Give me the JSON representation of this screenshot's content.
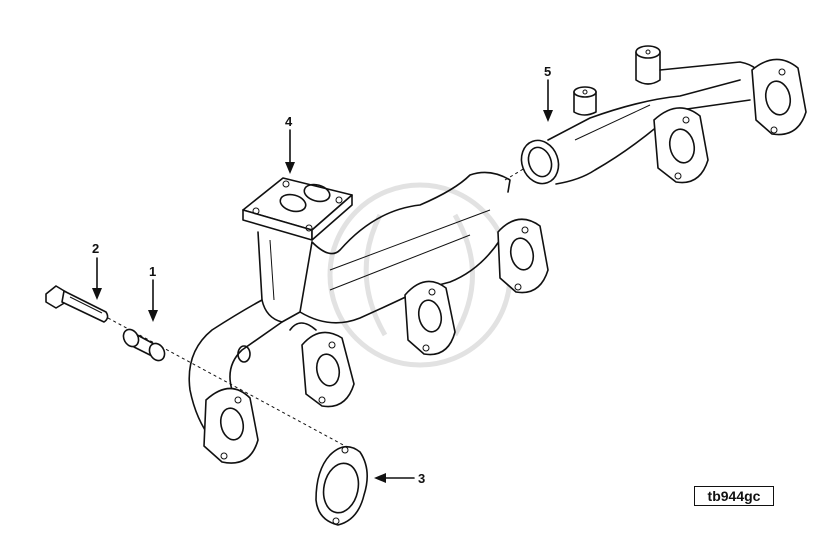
{
  "diagram": {
    "reference_code": "tb944gc",
    "callouts": [
      {
        "id": "callout-1",
        "label": "1"
      },
      {
        "id": "callout-2",
        "label": "2"
      },
      {
        "id": "callout-3",
        "label": "3"
      },
      {
        "id": "callout-4",
        "label": "4"
      },
      {
        "id": "callout-5",
        "label": "5"
      }
    ]
  }
}
